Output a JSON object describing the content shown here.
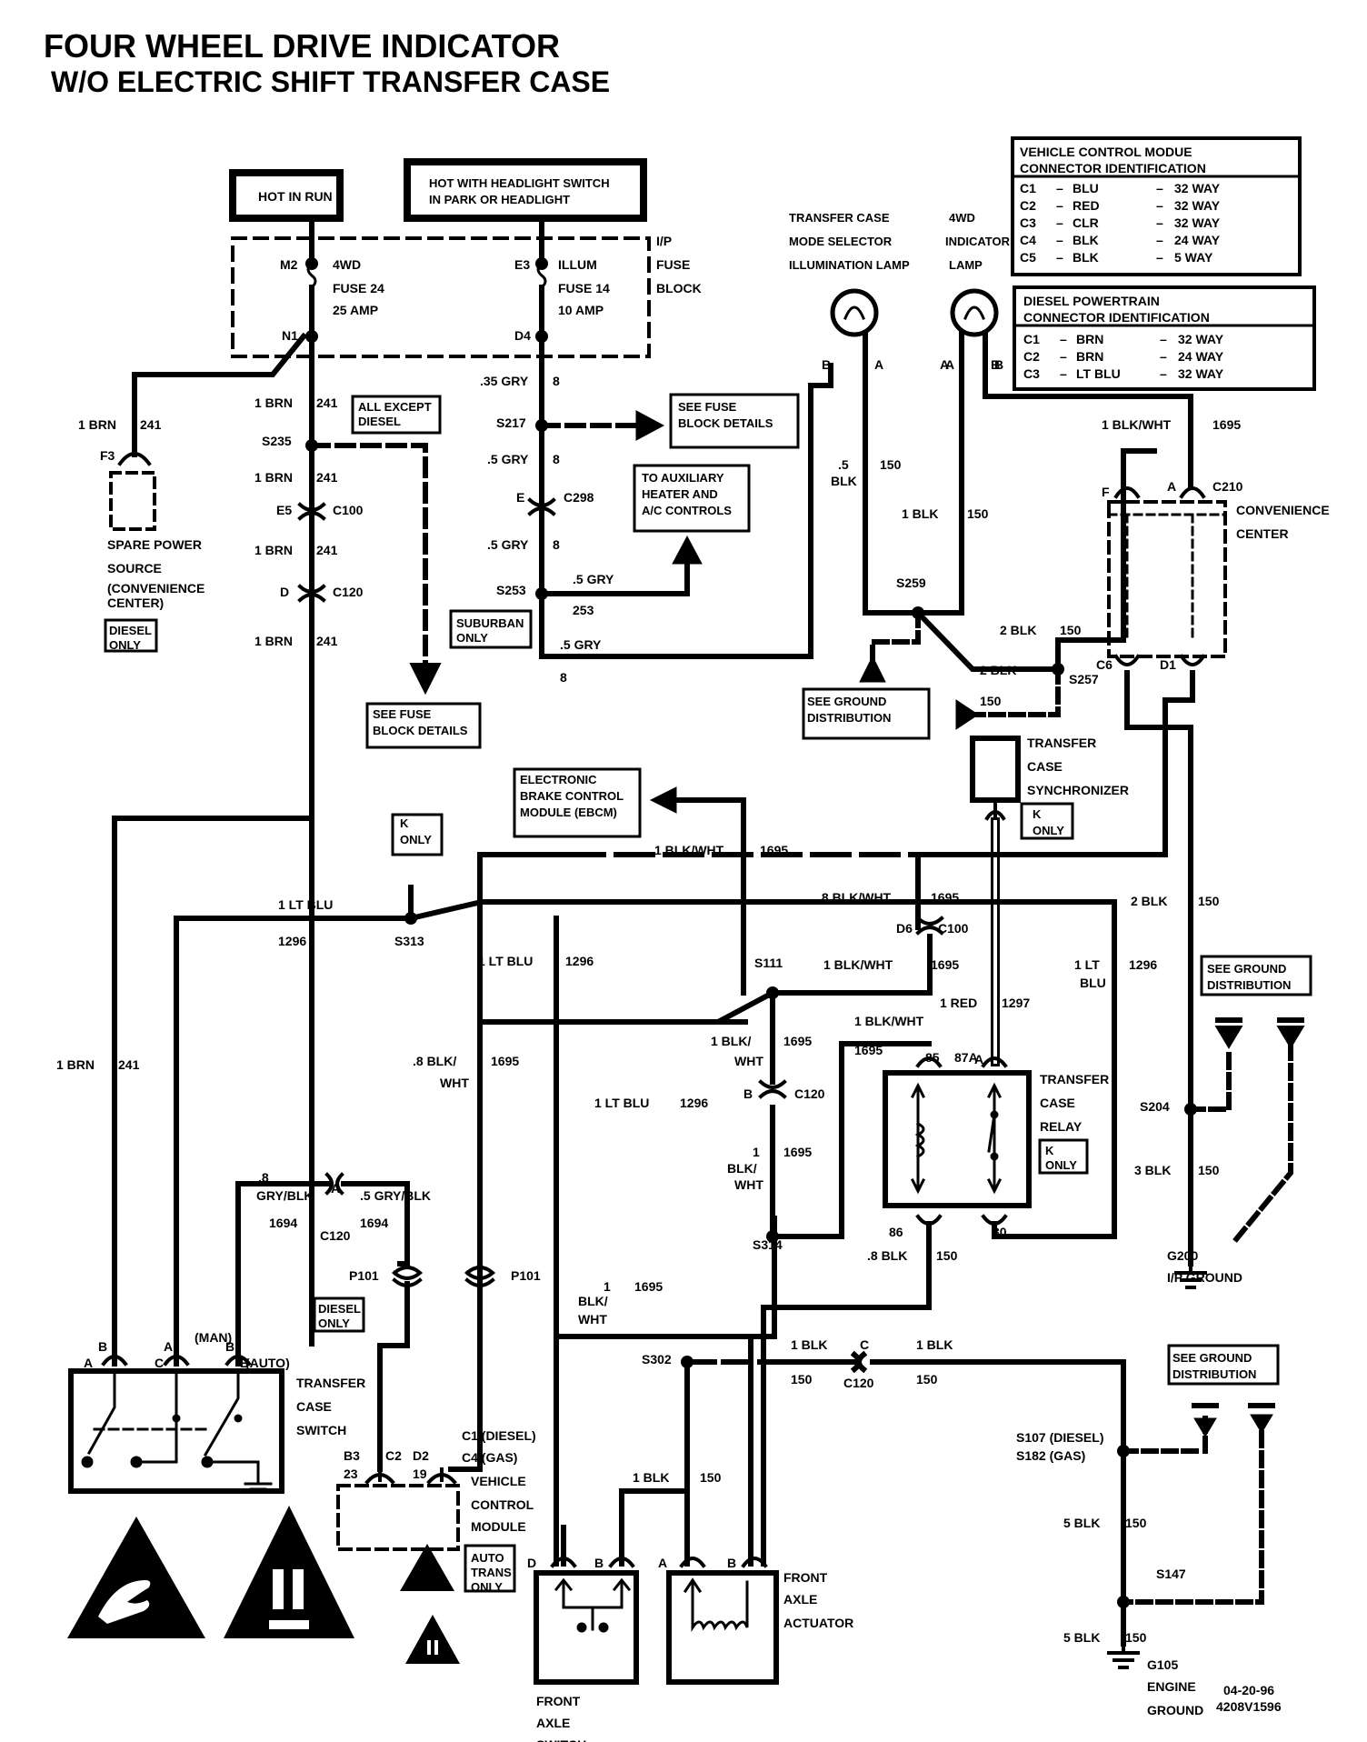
{
  "title": {
    "line1": "FOUR WHEEL DRIVE INDICATOR",
    "line2": "W/O ELECTRIC SHIFT TRANSFER CASE"
  },
  "power": {
    "hot_in_run": "HOT IN RUN",
    "hot_headlight_1": "HOT WITH HEADLIGHT SWITCH",
    "hot_headlight_2": "IN PARK OR HEADLIGHT"
  },
  "fuse_block": {
    "label": [
      "I/P",
      "FUSE",
      "BLOCK"
    ],
    "fuse24": {
      "pin_in": "M2",
      "pin_out": "N1",
      "name": "4WD",
      "fuse": "FUSE 24",
      "rating": "25 AMP"
    },
    "fuse14": {
      "pin_in": "E3",
      "pin_out": "D4",
      "name": "ILLUM",
      "fuse": "FUSE 14",
      "rating": "10 AMP"
    }
  },
  "vcm_table": {
    "title": [
      "VEHICLE CONTROL MODUE",
      "CONNECTOR IDENTIFICATION"
    ],
    "rows": [
      [
        "C1",
        "BLU",
        "32 WAY"
      ],
      [
        "C2",
        "RED",
        "32 WAY"
      ],
      [
        "C3",
        "CLR",
        "32 WAY"
      ],
      [
        "C4",
        "BLK",
        "24 WAY"
      ],
      [
        "C5",
        "BLK",
        "5  WAY"
      ]
    ]
  },
  "dpcm_table": {
    "title": [
      "DIESEL POWERTRAIN",
      "CONNECTOR IDENTIFICATION"
    ],
    "rows": [
      [
        "C1",
        "BRN",
        "32 WAY"
      ],
      [
        "C2",
        "BRN",
        "24 WAY"
      ],
      [
        "C3",
        "LT BLU",
        "32 WAY"
      ]
    ]
  },
  "lamps": {
    "mode_selector": [
      "TRANSFER CASE",
      "MODE SELECTOR",
      "ILLUMINATION LAMP"
    ],
    "indicator": [
      "4WD",
      "INDICATOR",
      "LAMP"
    ],
    "pin_a": "A",
    "pin_b": "B"
  },
  "wires": {
    "w241_brn": "1 BRN",
    "c241": "241",
    "w8_35": ".35 GRY",
    "c8": "8",
    "w8_5": ".5 GRY",
    "w253": "253",
    "w150_5blk": ".5",
    "blk": "BLK",
    "c150": "150",
    "w150_1blk": "1 BLK",
    "w1695_1": "1 BLK/WHT",
    "c1695": "1695",
    "w1695_8": ".8 BLK/WHT",
    "w2blk": "2 BLK",
    "w3blk": "3 BLK",
    "w5blk": "5 BLK",
    "w8blk": ".8 BLK",
    "w1296": "1 LT BLU",
    "c1296": "1296",
    "w1lt": "1 LT",
    "blu": "BLU",
    "w1297": "1 RED",
    "c1297": "1297",
    "w1694_8a": ".8",
    "w1694_8b": "GRY/BLK",
    "w1694_5": ".5 GRY/BLK",
    "c1694": "1694",
    "w_blkwht_split_a": "1 BLK/",
    "w_blkwht_split_b": "WHT",
    "w_blkwht_1": "1",
    "w_blkwht_2": "BLK/",
    "w_blkwht_3": "WHT",
    "w_8blk_a": ".8 BLK/",
    "w_8blk_b": "WHT",
    "w_blk_c": "BLK/",
    "w_blk_c2": "WHT",
    "w_blk_c1": "1"
  },
  "splices": {
    "s235": "S235",
    "s217": "S217",
    "s253": "S253",
    "s259": "S259",
    "s257": "S257",
    "s313": "S313",
    "s111": "S111",
    "s314": "S314",
    "s302": "S302",
    "s204": "S204",
    "s107": "S107 (DIESEL)",
    "s182": "S182 (GAS)",
    "s147": "S147"
  },
  "connectors": {
    "f3": "F3",
    "e5": "E5",
    "c100": "C100",
    "d": "D",
    "c120": "C120",
    "e": "E",
    "c298": "C298",
    "c210": "C210",
    "f": "F",
    "a": "A",
    "c6": "C6",
    "d1": "D1",
    "d6": "D6",
    "b": "B",
    "c": "C",
    "p101": "P101",
    "b3": "B3",
    "c2": "C2",
    "d2": "D2",
    "n23": "23",
    "n19": "19",
    "c1d": "C1 (DIESEL)",
    "c4g": "C4 (GAS)",
    "p85": "85",
    "p87a": "87A",
    "p86": "86",
    "p30": "30"
  },
  "notes": {
    "all_except_diesel": [
      "ALL EXCEPT",
      "DIESEL"
    ],
    "see_fuse_details": [
      "SEE FUSE",
      "BLOCK DETAILS"
    ],
    "aux_heater": [
      "TO AUXILIARY",
      "HEATER AND",
      "A/C CONTROLS"
    ],
    "suburban_only": [
      "SUBURBAN",
      "ONLY"
    ],
    "spare_power": [
      "SPARE POWER",
      "SOURCE",
      "(CONVENIENCE",
      "CENTER)"
    ],
    "diesel_only": [
      "DIESEL",
      "ONLY"
    ],
    "see_ground": [
      "SEE GROUND",
      "DISTRIBUTION"
    ],
    "k_only": [
      "K",
      "ONLY"
    ],
    "ebcm": [
      "ELECTRONIC",
      "BRAKE CONTROL",
      "MODULE (EBCM)"
    ],
    "convenience_center": [
      "CONVENIENCE",
      "CENTER"
    ],
    "transfer_sync": [
      "TRANSFER",
      "CASE",
      "SYNCHRONIZER"
    ],
    "transfer_relay": [
      "TRANSFER",
      "CASE",
      "RELAY"
    ],
    "transfer_switch": [
      "TRANSFER",
      "CASE",
      "SWITCH"
    ],
    "vcm": [
      "VEHICLE",
      "CONTROL",
      "MODULE"
    ],
    "auto_trans": [
      "AUTO",
      "TRANS",
      "ONLY"
    ],
    "front_axle_switch": [
      "FRONT",
      "AXLE",
      "SWITCH"
    ],
    "front_axle_actuator": [
      "FRONT",
      "AXLE",
      "ACTUATOR"
    ],
    "g200": [
      "G200",
      "I/P GROUND"
    ],
    "g105": [
      "G105",
      "ENGINE",
      "GROUND"
    ],
    "man": "(MAN)",
    "auto": "(AUTO)",
    "date": "04-20-96",
    "code": "4208V1596"
  },
  "icons": [
    "esd-hand-icon",
    "esd-class-ii-icon",
    "esd-small-icon"
  ]
}
